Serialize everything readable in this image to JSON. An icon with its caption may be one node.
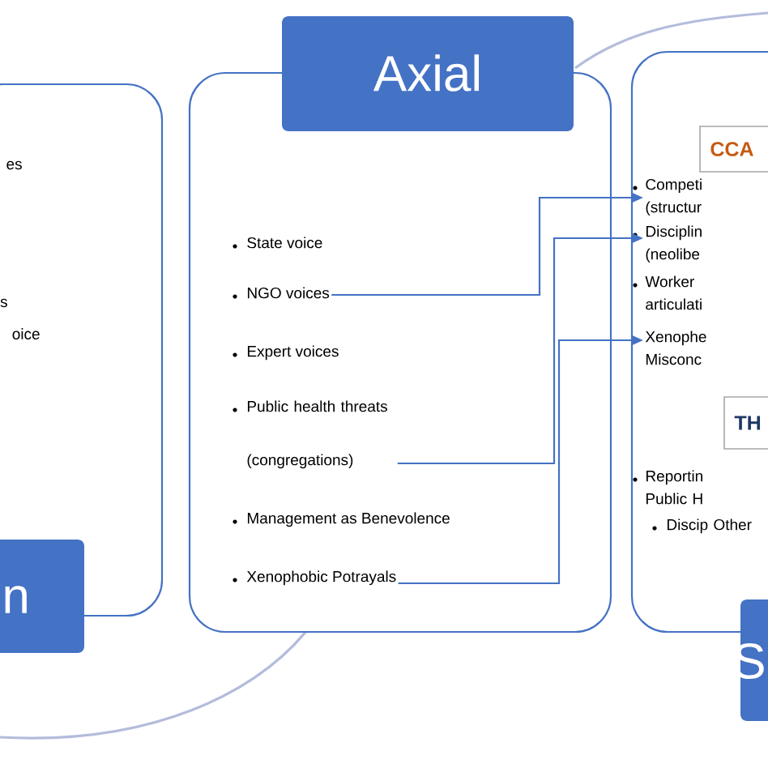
{
  "diagram": {
    "nodes": [
      {
        "text": [
          "es",
          "s",
          "oice",
          "n"
        ]
      },
      {
        "text": [
          "Axial"
        ]
      },
      {
        "text": [
          "State voice"
        ],
        "in": 1
      },
      {
        "text": [
          "NGO voices"
        ],
        "in": 1
      },
      {
        "text": [
          "Expert voices"
        ],
        "in": 1
      },
      {
        "text": [
          "Public health threats (congregations)"
        ],
        "in": 1
      },
      {
        "text": [
          "Management as Benevolence"
        ],
        "in": 1
      },
      {
        "text": [
          "Xenophobic Potrayals"
        ],
        "in": 1
      },
      {
        "text": [
          "S"
        ]
      },
      {
        "text": [
          "CCA"
        ],
        "in": 8
      },
      {
        "text": [
          "Competi (structur"
        ],
        "in": 8
      },
      {
        "text": [
          "Disciplin (neolibe"
        ],
        "in": 8
      },
      {
        "text": [
          "Worker articulati"
        ],
        "in": 8
      },
      {
        "text": [
          "Xenophe Misconc"
        ],
        "in": 8
      },
      {
        "text": [
          "TH"
        ],
        "in": 8
      },
      {
        "text": [
          "Reportin Public H"
        ],
        "in": 8
      },
      {
        "text": [
          "Discip Other"
        ],
        "in": 8
      }
    ],
    "edges": [
      {
        "from": 3,
        "to": 10,
        "arrow": "to"
      },
      {
        "from": 5,
        "to": 11,
        "arrow": "to"
      },
      {
        "from": 7,
        "to": 13,
        "arrow": "to"
      }
    ]
  }
}
